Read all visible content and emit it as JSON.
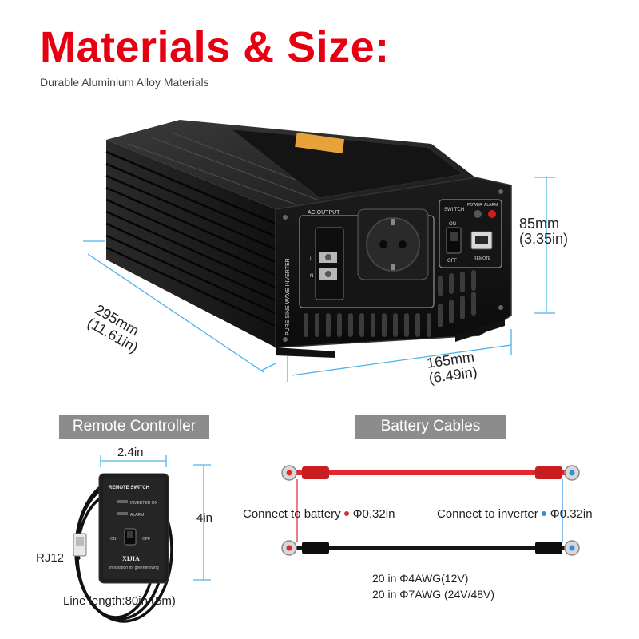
{
  "header": {
    "title": "Materials & Size:",
    "subtitle": "Durable Aluminium Alloy Materials"
  },
  "inverter": {
    "panel_labels": {
      "ac_output": "AC OUTPUT",
      "side_text": "PURE SINE WAVE INVERTER",
      "switch": "SWI TCH",
      "on": "ON",
      "off": "OFF",
      "power": "POWER",
      "alarm": "ALARM",
      "remote": "REMOTE",
      "n": "N",
      "l": "L"
    },
    "height": {
      "mm": "85mm",
      "in": "(3.35in)"
    },
    "length": {
      "mm": "295mm",
      "in": "(11.61in)"
    },
    "width": {
      "mm": "165mm",
      "in": "(6.49in)"
    }
  },
  "remote": {
    "section_label": "Remote Controller",
    "width": "2.4in",
    "height": "4in",
    "plug_label": "RJ12",
    "line_length": "Line length:80in (5m)",
    "device": {
      "heading": "REMOTE SWITCH",
      "inverter_on": "INVERTER ON",
      "alarm": "ALARM",
      "on": "ON",
      "off": "OFF",
      "brand": "XIJIA",
      "slogan": "Innovation for greener living"
    }
  },
  "cables": {
    "section_label": "Battery Cables",
    "battery_label": "Connect to battery",
    "battery_size": "Φ0.32in",
    "inverter_label": "Connect to inverter",
    "inverter_size": "Φ0.32in",
    "spec_12v": "20 in Φ4AWG(12V)",
    "spec_24v": "20 in Φ7AWG (24V/48V)"
  },
  "colors": {
    "title_red": "#e60012",
    "dimension_blue": "#4fb3e6",
    "label_gray": "#8c8c8c",
    "cable_red": "#e0282e",
    "cable_black": "#151515"
  }
}
